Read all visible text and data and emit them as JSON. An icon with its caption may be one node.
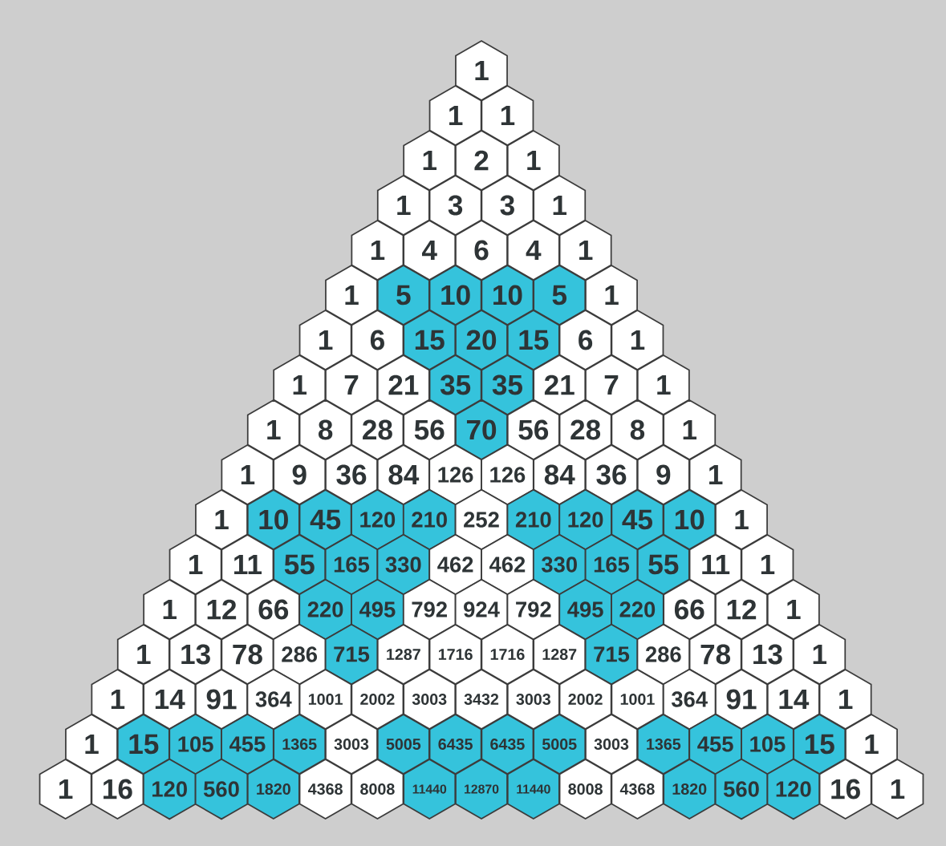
{
  "diagram": {
    "nodes": [
      {
        "text": [
          "1"
        ]
      },
      {
        "text": [
          "1"
        ]
      },
      {
        "text": [
          "1"
        ]
      },
      {
        "text": [
          "1"
        ]
      },
      {
        "text": [
          "2"
        ]
      },
      {
        "text": [
          "1"
        ]
      },
      {
        "text": [
          "1"
        ]
      },
      {
        "text": [
          "3"
        ]
      },
      {
        "text": [
          "3"
        ]
      },
      {
        "text": [
          "1"
        ]
      },
      {
        "text": [
          "1"
        ]
      },
      {
        "text": [
          "4"
        ]
      },
      {
        "text": [
          "6"
        ]
      },
      {
        "text": [
          "4"
        ]
      },
      {
        "text": [
          "1"
        ]
      },
      {
        "text": [
          "1"
        ]
      },
      {
        "text": [
          "5"
        ]
      },
      {
        "text": [
          "10"
        ]
      },
      {
        "text": [
          "10"
        ]
      },
      {
        "text": [
          "5"
        ]
      },
      {
        "text": [
          "1"
        ]
      },
      {
        "text": [
          "1"
        ]
      },
      {
        "text": [
          "6"
        ]
      },
      {
        "text": [
          "15"
        ]
      },
      {
        "text": [
          "20"
        ]
      },
      {
        "text": [
          "15"
        ]
      },
      {
        "text": [
          "6"
        ]
      },
      {
        "text": [
          "1"
        ]
      },
      {
        "text": [
          "1"
        ]
      },
      {
        "text": [
          "7"
        ]
      },
      {
        "text": [
          "21"
        ]
      },
      {
        "text": [
          "35"
        ]
      },
      {
        "text": [
          "35"
        ]
      },
      {
        "text": [
          "21"
        ]
      },
      {
        "text": [
          "7"
        ]
      },
      {
        "text": [
          "1"
        ]
      },
      {
        "text": [
          "1"
        ]
      },
      {
        "text": [
          "8"
        ]
      },
      {
        "text": [
          "28"
        ]
      },
      {
        "text": [
          "56"
        ]
      },
      {
        "text": [
          "70"
        ]
      },
      {
        "text": [
          "56"
        ]
      },
      {
        "text": [
          "28"
        ]
      },
      {
        "text": [
          "8"
        ]
      },
      {
        "text": [
          "1"
        ]
      },
      {
        "text": [
          "1"
        ]
      },
      {
        "text": [
          "9"
        ]
      },
      {
        "text": [
          "36"
        ]
      },
      {
        "text": [
          "84"
        ]
      },
      {
        "text": [
          "126"
        ]
      },
      {
        "text": [
          "126"
        ]
      },
      {
        "text": [
          "84"
        ]
      },
      {
        "text": [
          "36"
        ]
      },
      {
        "text": [
          "9"
        ]
      },
      {
        "text": [
          "1"
        ]
      },
      {
        "text": [
          "1"
        ]
      },
      {
        "text": [
          "10"
        ]
      },
      {
        "text": [
          "45"
        ]
      },
      {
        "text": [
          "120"
        ]
      },
      {
        "text": [
          "210"
        ]
      },
      {
        "text": [
          "252"
        ]
      },
      {
        "text": [
          "210"
        ]
      },
      {
        "text": [
          "120"
        ]
      },
      {
        "text": [
          "45"
        ]
      },
      {
        "text": [
          "10"
        ]
      },
      {
        "text": [
          "1"
        ]
      },
      {
        "text": [
          "1"
        ]
      },
      {
        "text": [
          "11"
        ]
      },
      {
        "text": [
          "55"
        ]
      },
      {
        "text": [
          "165"
        ]
      },
      {
        "text": [
          "330"
        ]
      },
      {
        "text": [
          "462"
        ]
      },
      {
        "text": [
          "462"
        ]
      },
      {
        "text": [
          "330"
        ]
      },
      {
        "text": [
          "165"
        ]
      },
      {
        "text": [
          "55"
        ]
      },
      {
        "text": [
          "11"
        ]
      },
      {
        "text": [
          "1"
        ]
      },
      {
        "text": [
          "1"
        ]
      },
      {
        "text": [
          "12"
        ]
      },
      {
        "text": [
          "66"
        ]
      },
      {
        "text": [
          "220"
        ]
      },
      {
        "text": [
          "495"
        ]
      },
      {
        "text": [
          "792"
        ]
      },
      {
        "text": [
          "924"
        ]
      },
      {
        "text": [
          "792"
        ]
      },
      {
        "text": [
          "495"
        ]
      },
      {
        "text": [
          "220"
        ]
      },
      {
        "text": [
          "66"
        ]
      },
      {
        "text": [
          "12"
        ]
      },
      {
        "text": [
          "1"
        ]
      },
      {
        "text": [
          "1"
        ]
      },
      {
        "text": [
          "13"
        ]
      },
      {
        "text": [
          "78"
        ]
      },
      {
        "text": [
          "286"
        ]
      },
      {
        "text": [
          "715"
        ]
      },
      {
        "text": [
          "1287"
        ]
      },
      {
        "text": [
          "1716"
        ]
      },
      {
        "text": [
          "1716"
        ]
      },
      {
        "text": [
          "1287"
        ]
      },
      {
        "text": [
          "715"
        ]
      },
      {
        "text": [
          "286"
        ]
      },
      {
        "text": [
          "78"
        ]
      },
      {
        "text": [
          "13"
        ]
      },
      {
        "text": [
          "1"
        ]
      },
      {
        "text": [
          "1"
        ]
      },
      {
        "text": [
          "14"
        ]
      },
      {
        "text": [
          "91"
        ]
      },
      {
        "text": [
          "364"
        ]
      },
      {
        "text": [
          "1001"
        ]
      },
      {
        "text": [
          "2002"
        ]
      },
      {
        "text": [
          "3003"
        ]
      },
      {
        "text": [
          "3432"
        ]
      },
      {
        "text": [
          "3003"
        ]
      },
      {
        "text": [
          "2002"
        ]
      },
      {
        "text": [
          "1001"
        ]
      },
      {
        "text": [
          "364"
        ]
      },
      {
        "text": [
          "91"
        ]
      },
      {
        "text": [
          "14"
        ]
      },
      {
        "text": [
          "1"
        ]
      },
      {
        "text": [
          "1"
        ]
      },
      {
        "text": [
          "15"
        ]
      },
      {
        "text": [
          "105"
        ]
      },
      {
        "text": [
          "455"
        ]
      },
      {
        "text": [
          "1365"
        ]
      },
      {
        "text": [
          "3003"
        ]
      },
      {
        "text": [
          "5005"
        ]
      },
      {
        "text": [
          "6435"
        ]
      },
      {
        "text": [
          "6435"
        ]
      },
      {
        "text": [
          "5005"
        ]
      },
      {
        "text": [
          "3003"
        ]
      },
      {
        "text": [
          "1365"
        ]
      },
      {
        "text": [
          "455"
        ]
      },
      {
        "text": [
          "105"
        ]
      },
      {
        "text": [
          "15"
        ]
      },
      {
        "text": [
          "1"
        ]
      },
      {
        "text": [
          "1"
        ]
      },
      {
        "text": [
          "16"
        ]
      },
      {
        "text": [
          "120"
        ]
      },
      {
        "text": [
          "560"
        ]
      },
      {
        "text": [
          "1820"
        ]
      },
      {
        "text": [
          "4368"
        ]
      },
      {
        "text": [
          "8008"
        ]
      },
      {
        "text": [
          "11440"
        ]
      },
      {
        "text": [
          "12870"
        ]
      },
      {
        "text": [
          "11440"
        ]
      },
      {
        "text": [
          "8008"
        ]
      },
      {
        "text": [
          "4368"
        ]
      },
      {
        "text": [
          "1820"
        ]
      },
      {
        "text": [
          "560"
        ]
      },
      {
        "text": [
          "120"
        ]
      },
      {
        "text": [
          "16"
        ]
      },
      {
        "text": [
          "1"
        ]
      }
    ]
  }
}
